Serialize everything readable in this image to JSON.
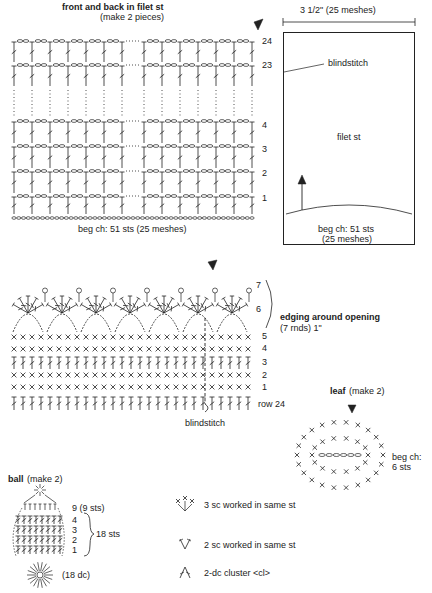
{
  "diagram": {
    "nodes": [
      {
        "text": [
          "filet st"
        ]
      }
    ],
    "labels": [
      "front and back in filet st",
      "(make 2 pieces)",
      "24",
      "23",
      "4",
      "3",
      "2",
      "1",
      "beg ch: 51 sts (25 meshes)",
      "3 1/2\" (25 meshes)",
      "blindstitch",
      "beg ch: 51 sts",
      "(25 meshes)",
      "7",
      "6",
      "5",
      "4",
      "3",
      "2",
      "1",
      "row 24",
      "edging around opening",
      "(7 rnds) 1\"",
      "blindstitch",
      "leaf",
      "(make 2)",
      "beg ch: 6 sts",
      "ball",
      "(make 2)",
      "9 (9 sts)",
      "4",
      "3",
      "2",
      "1",
      "18 sts",
      "(18 dc)"
    ],
    "legend": [
      {
        "text": "3 sc worked in same st"
      },
      {
        "text": "2 sc worked in same st"
      },
      {
        "text": "2-dc cluster <cl>"
      }
    ]
  }
}
